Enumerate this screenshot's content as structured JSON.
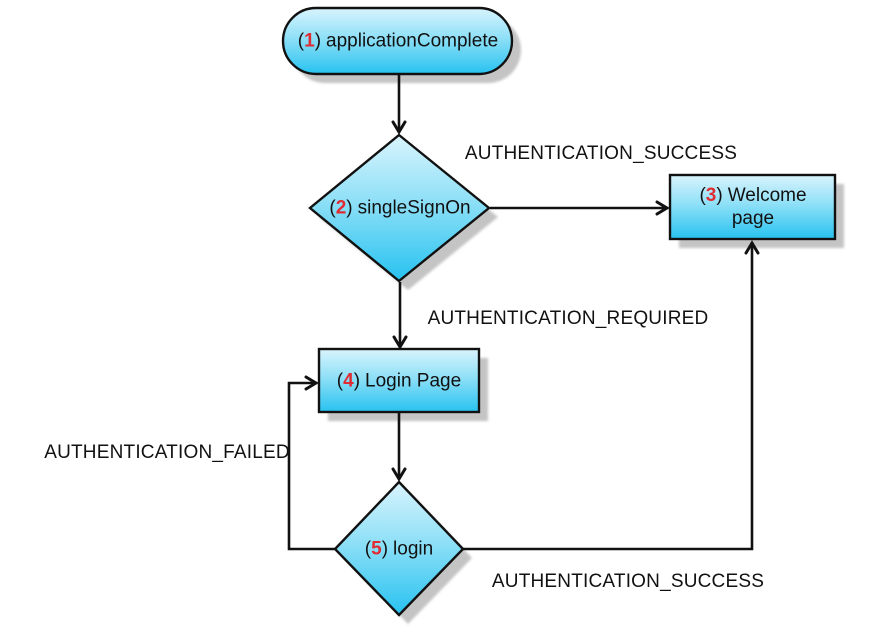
{
  "colors": {
    "background": "#ffffff",
    "node_gradient_top": "#d9f4fd",
    "node_gradient_mid": "#8fe0f7",
    "node_gradient_bottom": "#27c2f0",
    "node_border": "#111111",
    "edge_line": "#111111",
    "number_red": "#e02b33",
    "shadow": "#c4c4c4",
    "text": "#111111"
  },
  "nodes": {
    "application_complete": {
      "shape": "stadium",
      "open": "(",
      "num": "1",
      "close": ")",
      "label": "applicationComplete"
    },
    "single_sign_on": {
      "shape": "diamond",
      "open": "(",
      "num": "2",
      "close": ")",
      "label": "singleSignOn"
    },
    "welcome_page": {
      "shape": "rect",
      "open": "(",
      "num": "3",
      "close": ")",
      "label": "Welcome\npage"
    },
    "login_page": {
      "shape": "rect",
      "open": "(",
      "num": "4",
      "close": ")",
      "label": "Login Page"
    },
    "login": {
      "shape": "diamond",
      "open": "(",
      "num": "5",
      "close": ")",
      "label": "login"
    }
  },
  "edge_labels": {
    "sso_to_welcome": "AUTHENTICATION_SUCCESS",
    "sso_to_login_page": "AUTHENTICATION_REQUIRED",
    "login_to_login_page": "AUTHENTICATION_FAILED",
    "login_to_welcome": "AUTHENTICATION_SUCCESS"
  }
}
